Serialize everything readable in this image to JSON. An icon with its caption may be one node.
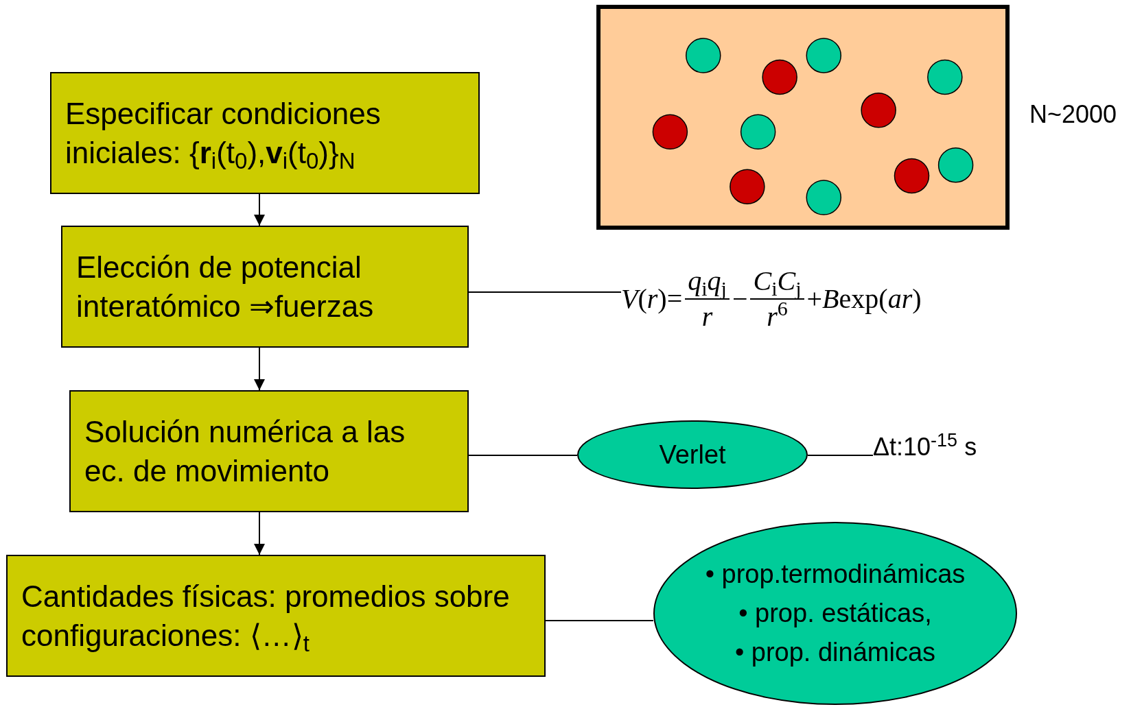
{
  "diagram": {
    "nodes": [
      {
        "text": [
          "Especificar condiciones iniciales: {**r**$_{i}$(t$_{0}$),**v**$_{i}$(t$_{0}$)}$_{N}$"
        ]
      },
      {
        "text": [
          "Elección de potencial interatómico ⇒fuerzas"
        ]
      },
      {
        "text": [
          "Solución numérica a las ec. de movimiento"
        ]
      },
      {
        "text": [
          "Cantidades físicas: promedios sobre configuraciones: ⟨…⟩$_{t}$"
        ]
      },
      {
        "text": [
          "*V*(*r*)=",
          "*q*$_{i}$*q*$_{j}$",
          "*r*",
          "−",
          "*C*$_{i}$*C*$_{j}$",
          "*r*$^{6}$",
          "+",
          "*B*",
          "exp(*ar*)"
        ]
      },
      {
        "text": [
          "Verlet"
        ]
      },
      {
        "text": [
          "Δt:10$^{-15}$ s"
        ]
      },
      {
        "text": [
          "• prop.termodinámicas",
          "• prop. estáticas,",
          "• prop. dinámicas"
        ]
      }
    ],
    "edges": [
      {
        "from": 0,
        "to": 1,
        "arrow": "to"
      },
      {
        "from": 1,
        "to": 2,
        "arrow": "to"
      },
      {
        "from": 2,
        "to": 3,
        "arrow": "to"
      },
      {
        "from": 1,
        "to": 4,
        "arrow": "none"
      },
      {
        "from": 2,
        "to": 5,
        "arrow": "none"
      },
      {
        "from": 5,
        "to": 6,
        "arrow": "none"
      },
      {
        "from": 3,
        "to": 7,
        "arrow": "none"
      }
    ],
    "labels": [
      "N~2000"
    ]
  }
}
